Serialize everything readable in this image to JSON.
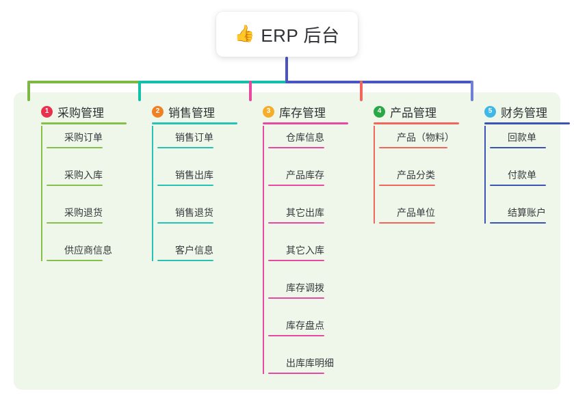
{
  "diagram": {
    "background": "#ffffff",
    "panel_color": "#eef7e9",
    "root": {
      "icon": "thumbs-up-icon",
      "emoji": "👍",
      "label": "ERP 后台",
      "stem_color": "#4a54c4"
    },
    "connector_bar": [
      {
        "name": "segment-green",
        "color": "#7cb843"
      },
      {
        "name": "segment-teal",
        "color": "#14c0a8"
      },
      {
        "name": "segment-blue",
        "color": "#4a54c4"
      }
    ],
    "columns": [
      {
        "number": "1",
        "title": "采购管理",
        "badge_color": "#e8304f",
        "line_color": "#84c04a",
        "stem_color": "#7cb843",
        "items": [
          "采购订单",
          "采购入库",
          "采购退货",
          "供应商信息"
        ]
      },
      {
        "number": "2",
        "title": "销售管理",
        "badge_color": "#f08024",
        "line_color": "#26c3b4",
        "stem_color": "#14c0a8",
        "items": [
          "销售订单",
          "销售出库",
          "销售退货",
          "客户信息"
        ]
      },
      {
        "number": "3",
        "title": "库存管理",
        "badge_color": "#f5ad2a",
        "line_color": "#e8489f",
        "stem_color": "#e8489f",
        "items": [
          "仓库信息",
          "产品库存",
          "其它出库",
          "其它入库",
          "库存调拨",
          "库存盘点",
          "出库库明细"
        ]
      },
      {
        "number": "4",
        "title": "产品管理",
        "badge_color": "#2aa845",
        "line_color": "#f2655c",
        "stem_color": "#f2655c",
        "items": [
          "产品（物料）",
          "产品分类",
          "产品单位"
        ]
      },
      {
        "number": "5",
        "title": "财务管理",
        "badge_color": "#3fb8e8",
        "line_color": "#3a53b5",
        "stem_color": "#6f7fd6",
        "items": [
          "回款单",
          "付款单",
          "结算账户"
        ]
      }
    ]
  }
}
